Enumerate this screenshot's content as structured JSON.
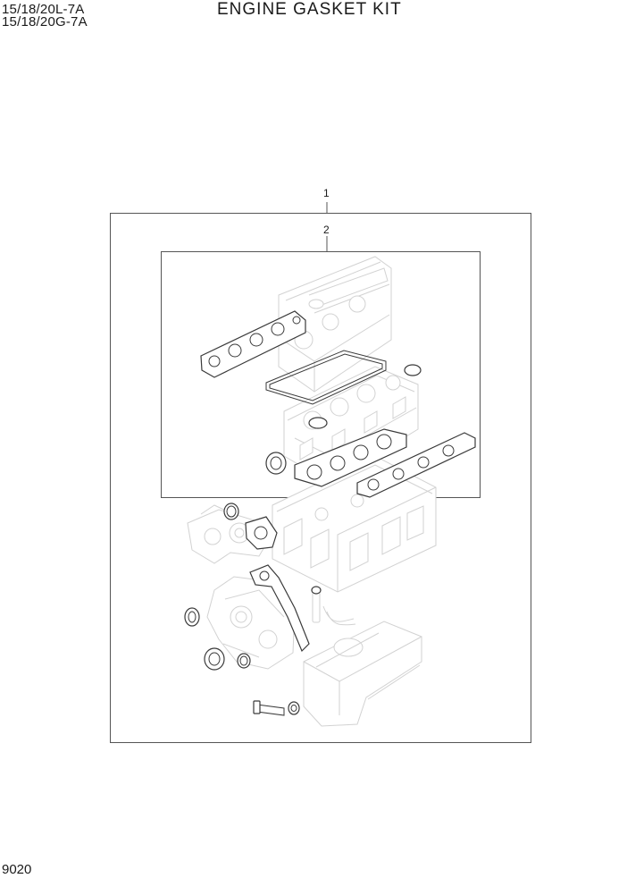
{
  "header": {
    "model_line_1": "15/18/20L-7A",
    "model_line_2": "15/18/20G-7A",
    "title": "ENGINE GASKET KIT"
  },
  "callouts": [
    {
      "label": "1"
    },
    {
      "label": "2"
    }
  ],
  "footer": {
    "page_number": "9020"
  }
}
